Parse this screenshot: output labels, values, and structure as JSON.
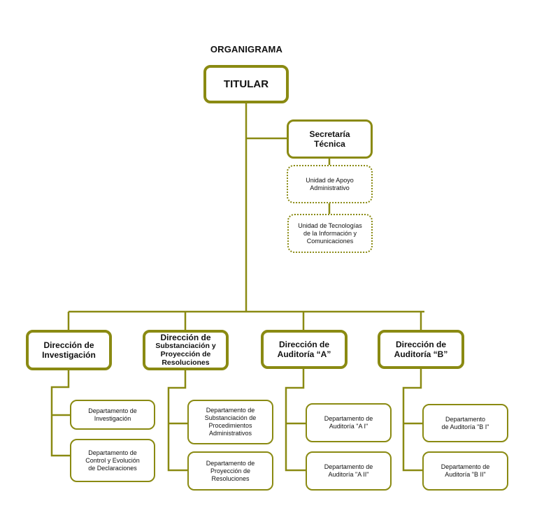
{
  "title": "ORGANIGRAMA",
  "root": {
    "label": "TITULAR"
  },
  "secretaria": {
    "label": "Secretaría\nTécnica",
    "units": [
      {
        "label": "Unidad de Apoyo\nAdministrativo"
      },
      {
        "label": "Unidad de Tecnologías\nde la Información y\nComunicaciones"
      }
    ]
  },
  "direcciones": [
    {
      "label": "Dirección de\nInvestigación",
      "departamentos": [
        {
          "label": "Departamento de\nInvestigación"
        },
        {
          "label": "Departamento de\nControl y Evolución\nde Declaraciones"
        }
      ]
    },
    {
      "label_lead": "Dirección de",
      "label": "Substanciación y\nProyección de\nResoluciones",
      "departamentos": [
        {
          "label": "Departamento de\nSubstanciación de\nProcedimientos\nAdministrativos"
        },
        {
          "label": "Departamento de\nProyección de\nResoluciones"
        }
      ]
    },
    {
      "label": "Dirección de\nAuditoría “A”",
      "departamentos": [
        {
          "label": "Departamento de\nAuditoría \"A I\""
        },
        {
          "label": "Departamento de\nAuditoría \"A II\""
        }
      ]
    },
    {
      "label": "Dirección de\nAuditoría “B”",
      "departamentos": [
        {
          "label": "Departamento\nde Auditoría \"B I\""
        },
        {
          "label": "Departamento de\nAuditoría \"B II\""
        }
      ]
    }
  ],
  "colors": {
    "line": "#8a8a12",
    "text": "#111111",
    "background": "#ffffff"
  }
}
